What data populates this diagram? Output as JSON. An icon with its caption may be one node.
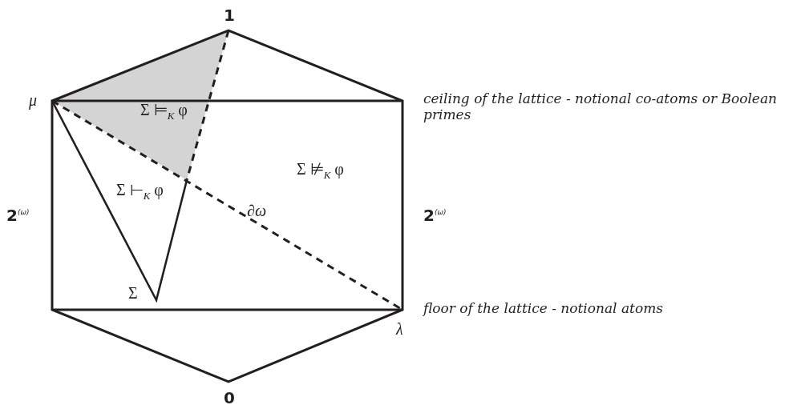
{
  "diagram": {
    "labels": [
      "1",
      "μ",
      "Σ ⊨$_{K}$ φ",
      "ceiling of the lattice - notional co-atoms or Boolean primes",
      "Σ ⊭$_{K}$ φ",
      "Σ ⊢$_{K}$ φ",
      "∂ω",
      "2$^{(ω)}$",
      "2$^{(ω)}$",
      "Σ",
      "floor of the lattice - notional atoms",
      "λ",
      "0"
    ]
  }
}
